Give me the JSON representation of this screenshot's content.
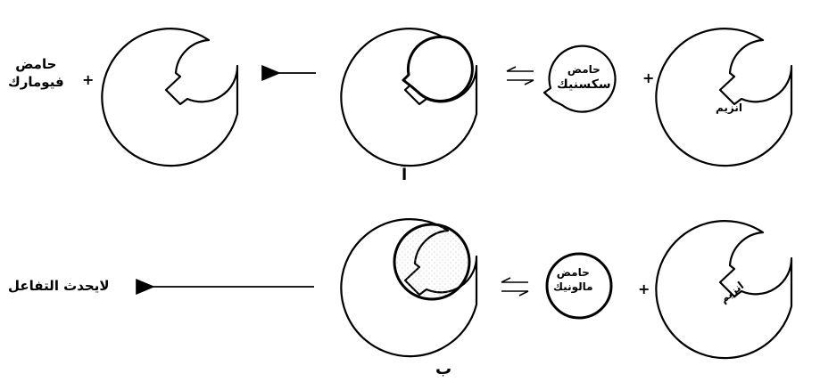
{
  "panel_a": {
    "letter": "آ",
    "enzyme_label": "انزيم",
    "substrate_label": [
      "حامض",
      "سكسنيك"
    ],
    "product_label": [
      "حامض",
      "فيومارك"
    ],
    "plus": "+"
  },
  "panel_b": {
    "letter": "ب",
    "enzyme_label": "انزيم",
    "inhibitor_label": [
      "حامض",
      "مالونيك"
    ],
    "result_label": "لايحدث التفاعل",
    "plus": "+"
  }
}
